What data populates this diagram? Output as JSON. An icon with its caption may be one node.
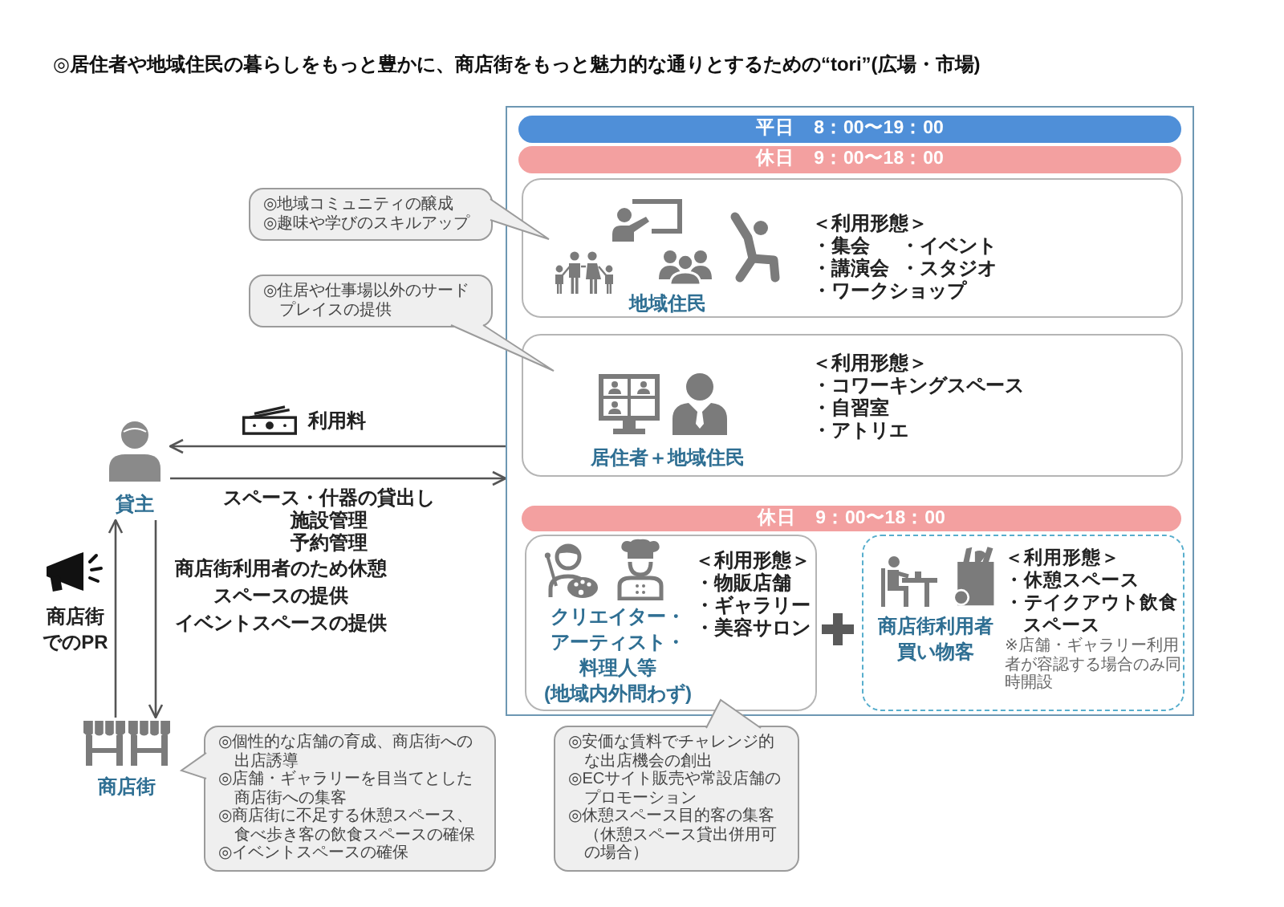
{
  "diagram": {
    "title": "◎居住者や地域住民の暮らしをもっと豊かに、商店街をもっと魅力的な通りとするための“tori”(広場・市場)",
    "nodes": [
      {
        "text": [],
        "shape": "box"
      },
      {
        "text": [
          "平日　8：00〜19：00"
        ],
        "in": 0
      },
      {
        "text": [
          "休日　9：00〜18：00"
        ],
        "in": 0
      },
      {
        "text": [
          "地域住民",
          "＜利用形態＞",
          "・集会",
          "・イベント",
          "・講演会",
          "・スタジオ",
          "・ワークショップ"
        ],
        "in": 0
      },
      {
        "text": [
          "居住者＋地域住民",
          "＜利用形態＞",
          "・コワーキングスペース",
          "・自習室",
          "・アトリエ"
        ],
        "in": 0
      },
      {
        "text": [
          "休日　9：00〜18：00"
        ],
        "in": 0
      },
      {
        "text": [
          "クリエイター・アーティスト・料理人等",
          "(地域内外問わず)",
          "＜利用形態＞",
          "・物販店舗",
          "・ギャラリー",
          "・美容サロン"
        ],
        "in": 0
      },
      {
        "text": [
          "商店街利用者買い物客",
          "＜利用形態＞",
          "・休憩スペース",
          "・テイクアウト飲食スペース",
          "※店舗・ギャラリー利用者が容認する場合のみ同時開設"
        ],
        "in": 0
      },
      {
        "text": [
          "貸主"
        ]
      },
      {
        "text": [
          "商店街"
        ]
      },
      {
        "text": [
          "◎地域コミュニティの醸成",
          "◎趣味や学びのスキルアップ"
        ]
      },
      {
        "text": [
          "◎住居や仕事場以外のサードプレイスの提供"
        ]
      },
      {
        "text": [
          "◎個性的な店舗の育成、商店街への出店誘導",
          "◎店舗・ギャラリーを目当てとした商店街への集客",
          "◎商店街に不足する休憩スペース、食べ歩き客の飲食スペースの確保",
          "◎イベントスペースの確保"
        ]
      },
      {
        "text": [
          "◎安価な賃料でチャレンジ的な出店機会の創出",
          "◎ECサイト販売や常設店舗のプロモーション",
          "◎休憩スペース目的客の集客（休憩スペース貸出併用可の場合）"
        ]
      }
    ],
    "edges": [
      {
        "from": 0,
        "to": 8,
        "arrow": "to",
        "label": "利用料"
      },
      {
        "from": 8,
        "to": 0,
        "arrow": "to",
        "label": "スペース・什器の貸出し"
      },
      {
        "from": 9,
        "to": 8,
        "arrow": "to",
        "label": "商店街でのPR"
      },
      {
        "from": 8,
        "to": 9,
        "arrow": "to",
        "label": "商店街利用者のため休憩スペースの提供"
      }
    ],
    "labels": [
      "施設管理",
      "予約管理",
      "イベントスペースの提供"
    ]
  }
}
